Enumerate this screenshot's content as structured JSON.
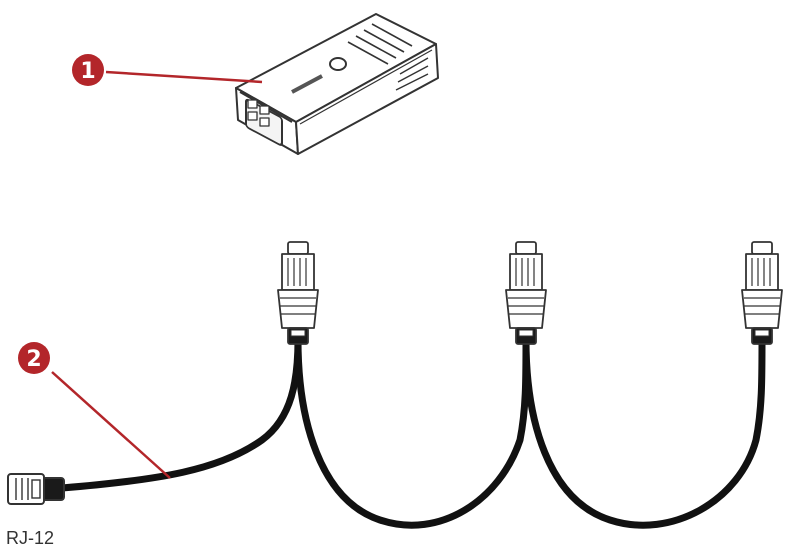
{
  "callouts": [
    {
      "number": "1"
    },
    {
      "number": "2"
    }
  ],
  "connector_caption": "RJ-12",
  "colors": {
    "callout_fill": "#b3262a",
    "leader_line": "#b3262a",
    "cable": "#111111",
    "outline": "#333333"
  },
  "icons": [
    "sensor-module-icon",
    "rj12-connector-icon",
    "rj45-plug-icon"
  ]
}
